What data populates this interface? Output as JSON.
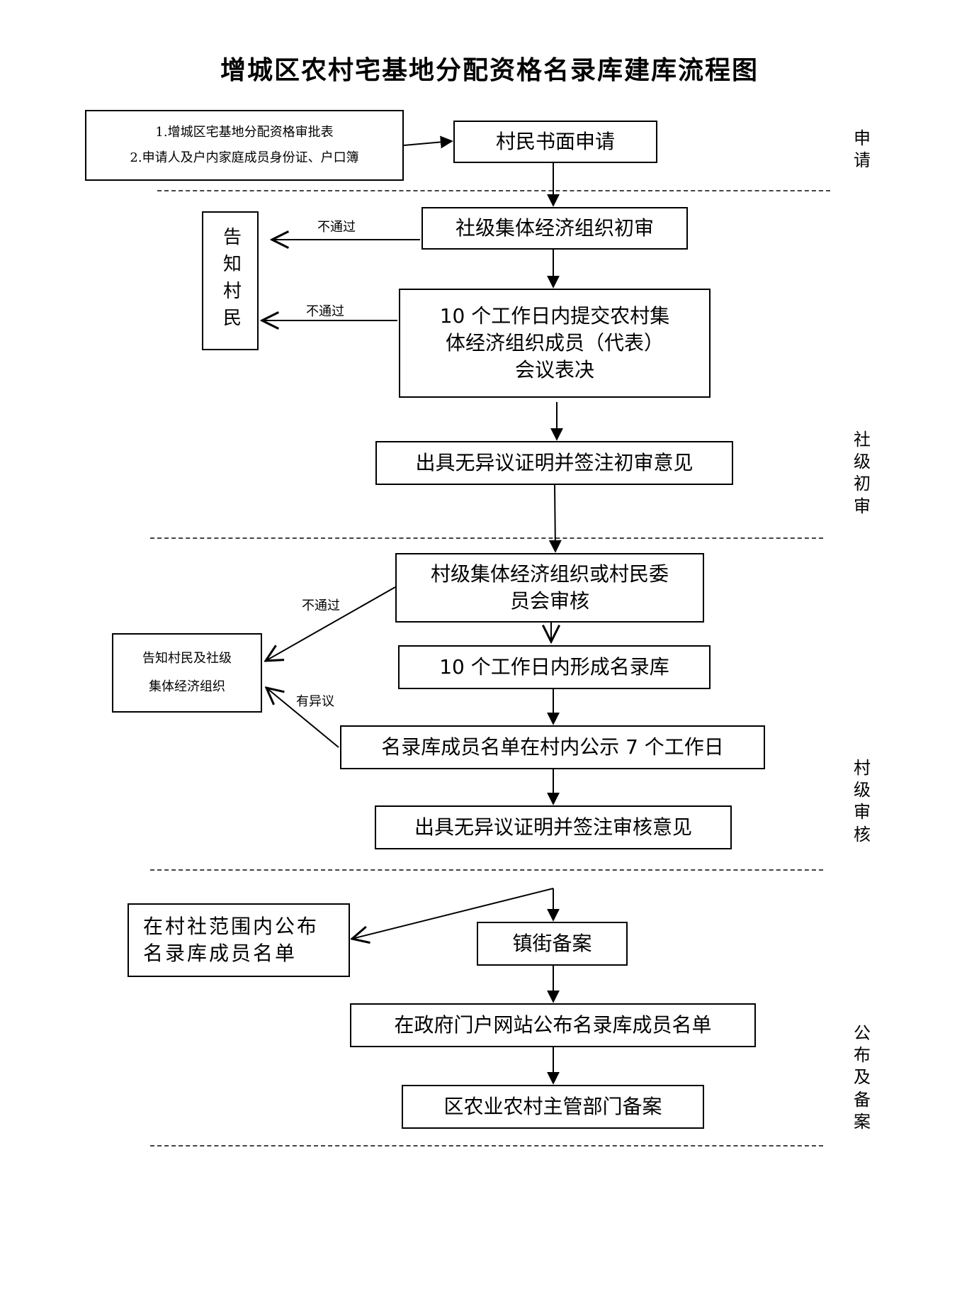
{
  "title": "增城区农村宅基地分配资格名录库建库流程图",
  "materials": {
    "line1": "1.增城区宅基地分配资格审批表",
    "line2": "2.申请人及户内家庭成员身份证、户口簿"
  },
  "steps": {
    "apply": "村民书面申请",
    "she_initial": "社级集体经济组织初审",
    "meeting": [
      "10 个工作日内提交农村集",
      "体经济组织成员（代表）",
      "会议表决"
    ],
    "she_cert": "出具无异议证明并签注初审意见",
    "village_review": [
      "村级集体经济组织或村民委",
      "员会审核"
    ],
    "form_list": "10 个工作日内形成名录库",
    "publicize": "名录库成员名单在村内公示 7 个工作日",
    "village_cert": "出具无异议证明并签注审核意见",
    "town_record": "镇街备案",
    "publish_local": [
      "在村社范围内公布",
      "名录库成员名单"
    ],
    "publish_web": "在政府门户网站公布名录库成员名单",
    "district_record": "区农业农村主管部门备案"
  },
  "notify": {
    "villager": "告知村民",
    "villager_and_she": [
      "告知村民及社级",
      "集体经济组织"
    ]
  },
  "edge_labels": {
    "fail1": "不通过",
    "fail2": "不通过",
    "fail3": "不通过",
    "objection": "有异议"
  },
  "stages": {
    "apply": "申请",
    "she": "社级初审",
    "village": "村级审核",
    "publish": "公布及备案"
  }
}
